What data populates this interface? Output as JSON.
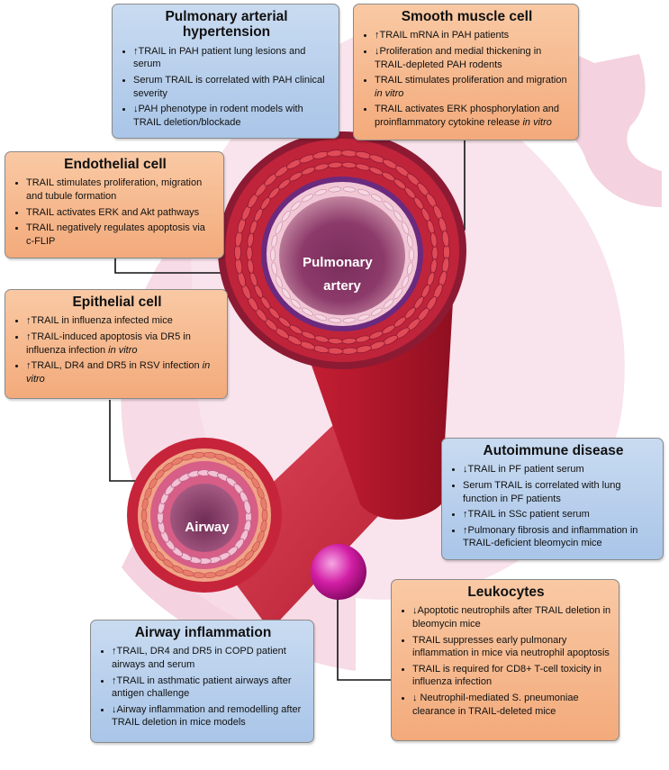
{
  "labels": {
    "artery": [
      "Pulmonary",
      "artery"
    ],
    "airway": "Airway"
  },
  "boxes": {
    "pah": {
      "title": "Pulmonary arterial hypertension",
      "items": [
        "↑TRAIL in PAH patient lung lesions and serum",
        "Serum TRAIL is correlated with PAH clinical severity",
        "↓PAH phenotype in rodent models with TRAIL deletion/blockade"
      ]
    },
    "smooth": {
      "title": "Smooth muscle cell",
      "items": [
        "↑TRAIL mRNA in PAH patients",
        "↓Proliferation and medial thickening in TRAIL-depleted PAH rodents",
        [
          "TRAIL stimulates proliferation and migration ",
          "in vitro"
        ],
        [
          "TRAIL activates ERK phosphorylation and proinflammatory cytokine release ",
          "in vitro"
        ]
      ]
    },
    "endothelial": {
      "title": "Endothelial cell",
      "items": [
        "TRAIL stimulates proliferation, migration and tubule formation",
        "TRAIL activates ERK and Akt pathways",
        "TRAIL negatively regulates apoptosis via c-FLIP"
      ]
    },
    "epithelial": {
      "title": "Epithelial cell",
      "items": [
        "↑TRAIL in influenza infected mice",
        [
          "↑TRAIL-induced apoptosis via DR5 in influenza infection ",
          "in vitro"
        ],
        [
          "↑TRAIL, DR4 and DR5 in RSV infection ",
          "in vitro"
        ]
      ]
    },
    "autoimmune": {
      "title": "Autoimmune disease",
      "items": [
        "↓TRAIL in PF patient serum",
        "Serum TRAIL is correlated with lung function in PF patients",
        "↑TRAIL in SSc patient serum",
        "↑Pulmonary fibrosis and inflammation in TRAIL-deficient bleomycin mice"
      ]
    },
    "leukocytes": {
      "title": "Leukocytes",
      "items": [
        "↓Apoptotic neutrophils after TRAIL deletion in bleomycin mice",
        "TRAIL suppresses early pulmonary inflammation in mice via neutrophil apoptosis",
        "TRAIL is required for CD8+ T-cell toxicity in influenza infection",
        "↓ Neutrophil-mediated S. pneumoniae clearance in TRAIL-deleted mice"
      ]
    },
    "airway": {
      "title": "Airway inflammation",
      "items": [
        "↑TRAIL, DR4 and DR5 in COPD patient airways and serum",
        "↑TRAIL in asthmatic patient airways after antigen challenge",
        "↓Airway inflammation and remodelling after TRAIL deletion in mice models"
      ]
    }
  },
  "colors": {
    "blue_box": "#b8d0ee",
    "orange_box": "#f6b88d",
    "vessel_red": "#b9182c",
    "lung_pink": "#f7dbe6",
    "leukocyte": "#c6149a"
  }
}
